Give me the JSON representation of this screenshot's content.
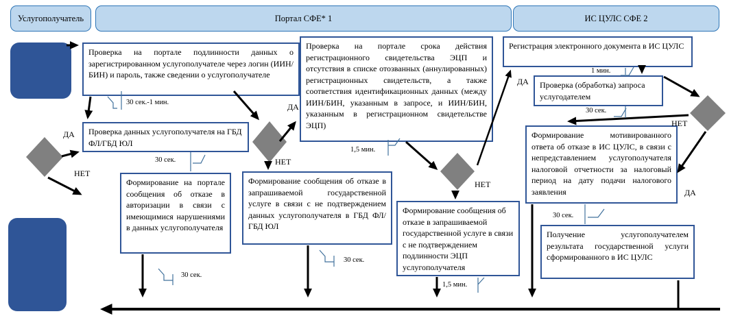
{
  "lanes": [
    {
      "label": "Услугополучатель"
    },
    {
      "label": "Портал СФЕ* 1"
    },
    {
      "label": "ИС ЦУЛС СФЕ 2"
    }
  ],
  "nodes": {
    "check_auth": {
      "text": "Проверка на портале подлинности данных о зарегистрированном услугополучателе через логин (ИИН/БИН) и пароль, также сведении о услугополучателе"
    },
    "check_ecp": {
      "text": "Проверка на портале срока действия регистрационного свидетельства ЭЦП и отсутствия в списке отозванных (аннулированных) регистрационных свидетельств, а также соответствия идентификационных данных (между ИИН/БИН, указанным в запросе, и ИИН/БИН, указанным в регистрационном свидетельстве ЭЦП)"
    },
    "register_doc": {
      "text": "Регистрация электронного документа в ИС ЦУЛС"
    },
    "process_req": {
      "text": "Проверка (обработка) запроса услугодателем"
    },
    "check_gbd": {
      "text": "Проверка данных услугополучателя на ГБД ФЛ/ГБД ЮЛ"
    },
    "refuse_auth": {
      "text": "Формирование на портале сообщения об отказе в авторизации в связи с имеющимися нарушениями в данных услугополучателя"
    },
    "refuse_gbd": {
      "text": "Формирование сообщения об отказе в запрашиваемой государственной услуге в связи с не подтверждением данных услугополучателя в ГБД ФЛ/ГБД ЮЛ"
    },
    "refuse_ecp": {
      "text": "Формирование сообщения об отказе в запрашиваемой государственной услуге в связи с не подтверждением подлинности ЭЦП услугополучателя"
    },
    "refuse_tax": {
      "text": "Формирование мотивированного ответа об отказе в ИС ЦУЛС, в связи с непредставлением услугополучателя налоговой отчетности за налоговый период на дату подачи налогового заявления"
    },
    "get_result": {
      "text": "Получение услугополучателем результата государственной услуги сформированного в ИС ЦУЛС"
    }
  },
  "labels": {
    "yes": "ДА",
    "no": "НЕТ"
  },
  "timers": {
    "t_auth": "30 сек.-1 мин.",
    "t_ecp": "1,5 мин.",
    "t_register": "1 мин.",
    "t_process": "30 сек.",
    "t_gbd": "30 сек.",
    "t_refuse_auth": "30 сек.",
    "t_refuse_gbd": "30 сек.",
    "t_refuse_ecp": "1,5 мин.",
    "t_refuse_tax": "30 сек."
  },
  "colors": {
    "lane_fill": "#BDD7EE",
    "lane_border": "#2E75B6",
    "node_border": "#2F5597",
    "actor_fill": "#2F5597",
    "diamond_fill": "#808080",
    "arrow": "#000000",
    "callout": "#41719C"
  }
}
